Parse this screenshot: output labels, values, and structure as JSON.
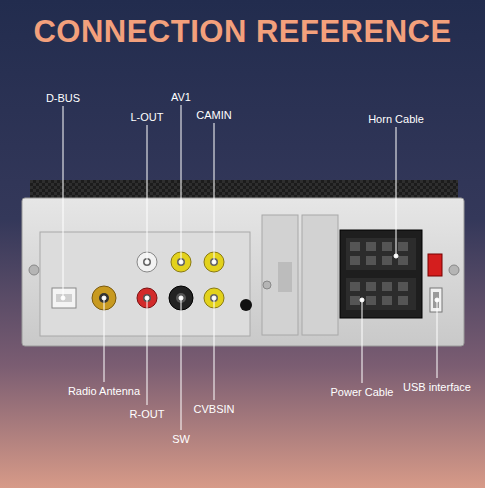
{
  "diagram": {
    "title": "CONNECTION REFERENCE",
    "labels": [
      "D-BUS",
      "L-OUT",
      "AV1",
      "CAMIN",
      "Horn Cable",
      "Radio Antenna",
      "R-OUT",
      "SW",
      "CVBSIN",
      "Power Cable",
      "USB interface"
    ]
  }
}
